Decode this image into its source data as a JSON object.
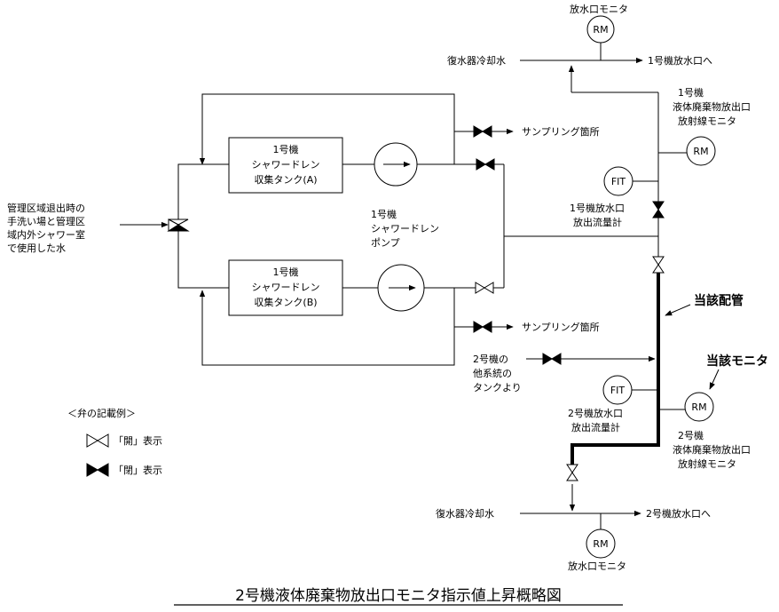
{
  "title": "2号機液体廃棄物放出口モニタ指示値上昇概略図",
  "legend": {
    "heading": "＜弁の記載例＞",
    "open": "「開」表示",
    "closed": "「閉」表示"
  },
  "inflow_label": [
    "管理区域退出時の",
    "手洗い場と管理区",
    "域内外シャワー室",
    "で使用した水"
  ],
  "tank_a": [
    "1号機",
    "シャワードレン",
    "収集タンク(A)"
  ],
  "tank_b": [
    "1号機",
    "シャワードレン",
    "収集タンク(B)"
  ],
  "pump_label": [
    "1号機",
    "シャワードレン",
    "ポンプ"
  ],
  "sampling_1": "サンプリング箇所",
  "sampling_2": "サンプリング箇所",
  "other_tanks": [
    "2号機の",
    "他系統の",
    "タンクより"
  ],
  "unit1": {
    "monitor_top": "放水口モニタ",
    "condenser": "復水器冷却水",
    "to_outlet": "1号機放水口へ",
    "rm_outlet": "RM",
    "waste_monitor": [
      "1号機",
      "液体廃棄物放出口",
      "放射線モニタ"
    ],
    "rm_waste": "RM",
    "fit": "FIT",
    "flowmeter": [
      "1号機放水口",
      "放出流量計"
    ]
  },
  "unit2": {
    "fit": "FIT",
    "flowmeter": [
      "2号機放水口",
      "放出流量計"
    ],
    "rm_waste": "RM",
    "waste_monitor": [
      "2号機",
      "液体廃棄物放出口",
      "放射線モニタ"
    ],
    "condenser": "復水器冷却水",
    "to_outlet": "2号機放水口へ",
    "rm_outlet": "RM",
    "monitor_bottom": "放水口モニタ"
  },
  "callout_pipe": "当該配管",
  "callout_monitor": "当該モニタ"
}
